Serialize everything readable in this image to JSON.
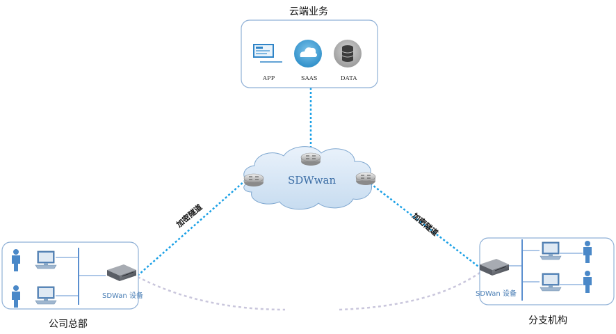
{
  "cloud_services": {
    "title": "云端业务",
    "items": [
      {
        "label": "APP",
        "icon": "monitor-icon"
      },
      {
        "label": "SAAS",
        "icon": "cloud-icon"
      },
      {
        "label": "DATA",
        "icon": "database-icon"
      }
    ]
  },
  "network": {
    "label": "SDWwan"
  },
  "tunnels": {
    "left": "加密隧道",
    "right": "加密隧道"
  },
  "headquarters": {
    "title": "公司总部",
    "device_label": "SDWan 设备"
  },
  "branch": {
    "title": "分支机构",
    "device_label": "SDWan 设备"
  },
  "colors": {
    "frame_border": "#8fb0d6",
    "tunnel_line": "#1aa0e6",
    "wan_link": "#c9c6dc",
    "cloud_fill": "#d6e6f5",
    "cloud_stroke": "#7da6cf",
    "person": "#4a88c8",
    "bus": "#5b8fcf"
  }
}
